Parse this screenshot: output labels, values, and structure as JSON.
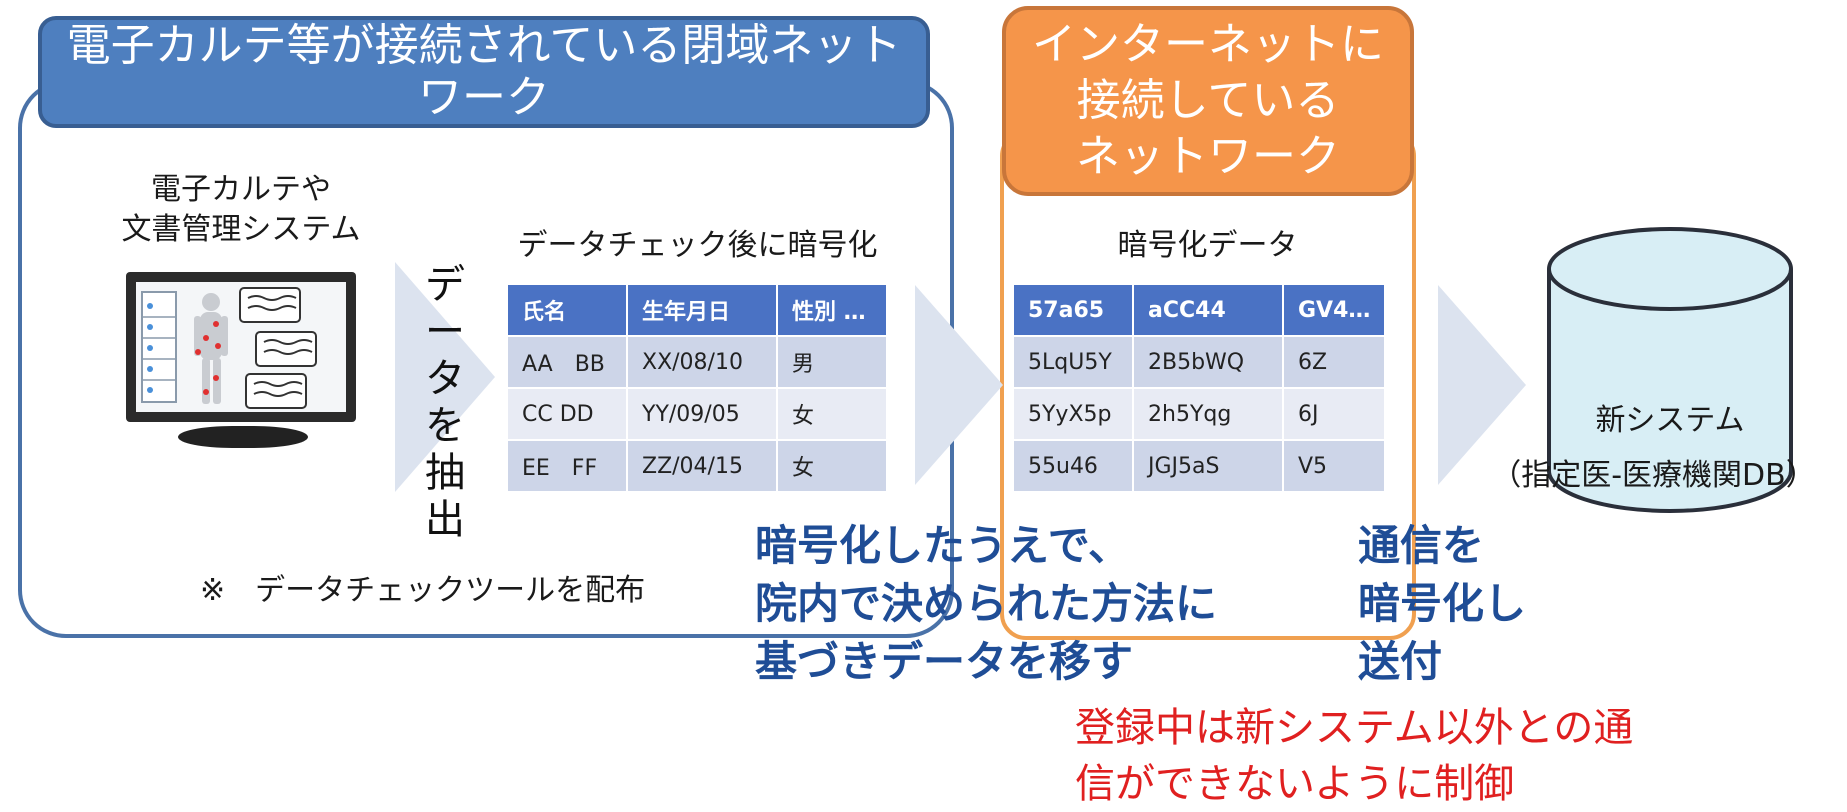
{
  "closed_network": {
    "title_line1": "電子カルテ等が接続されている閉域ネット",
    "title_line2": "ワーク"
  },
  "source_system": {
    "line1": "電子カルテや",
    "line2": "文書管理システム"
  },
  "extract_label": [
    "デ",
    "ー",
    "タ",
    "を",
    "抽",
    "出"
  ],
  "plain_table": {
    "caption": "データチェック後に暗号化",
    "headers": [
      "氏名",
      "生年月日",
      "性別 …"
    ],
    "rows": [
      [
        "AA　BB",
        "XX/08/10",
        "男"
      ],
      [
        "CC DD",
        "YY/09/05",
        "女"
      ],
      [
        "EE　FF",
        "ZZ/04/15",
        "女"
      ]
    ]
  },
  "note": "※　データチェックツールを配布",
  "internet_network": {
    "line1": "インターネットに",
    "line2": "接続している",
    "line3": "ネットワーク"
  },
  "encrypted_table": {
    "caption": "暗号化データ",
    "headers": [
      "57a65",
      "aCC44",
      "GV4…"
    ],
    "rows": [
      [
        "5LqU5Y",
        "2B5bWQ",
        "6Z"
      ],
      [
        "5YyX5p",
        "2h5Yqg",
        "6J"
      ],
      [
        "55u46",
        "JGJ5aS",
        "V5"
      ]
    ]
  },
  "transfer_text": {
    "line1": "暗号化したうえで、",
    "line2": "院内で決められた方法に",
    "line3": "基づきデータを移す"
  },
  "send_text": {
    "line1": "通信を",
    "line2": "暗号化し",
    "line3": "送付"
  },
  "new_system": {
    "line1": "新システム",
    "line2": "（指定医-医療機関DB）"
  },
  "restriction_note": {
    "line1": "登録中は新システム以外との通",
    "line2": "信ができないように制御"
  },
  "colors": {
    "closed_network": "#4e7fbf",
    "internet_network": "#f5954a",
    "table_header": "#4a72c4",
    "arrow": "#dce3ef",
    "emphasis_text": "#1f4d96",
    "warning_text": "#e02020",
    "database": "#d8eef5"
  },
  "icons": [
    "monitor-icon",
    "database-cylinder-icon",
    "right-arrow-icon"
  ]
}
